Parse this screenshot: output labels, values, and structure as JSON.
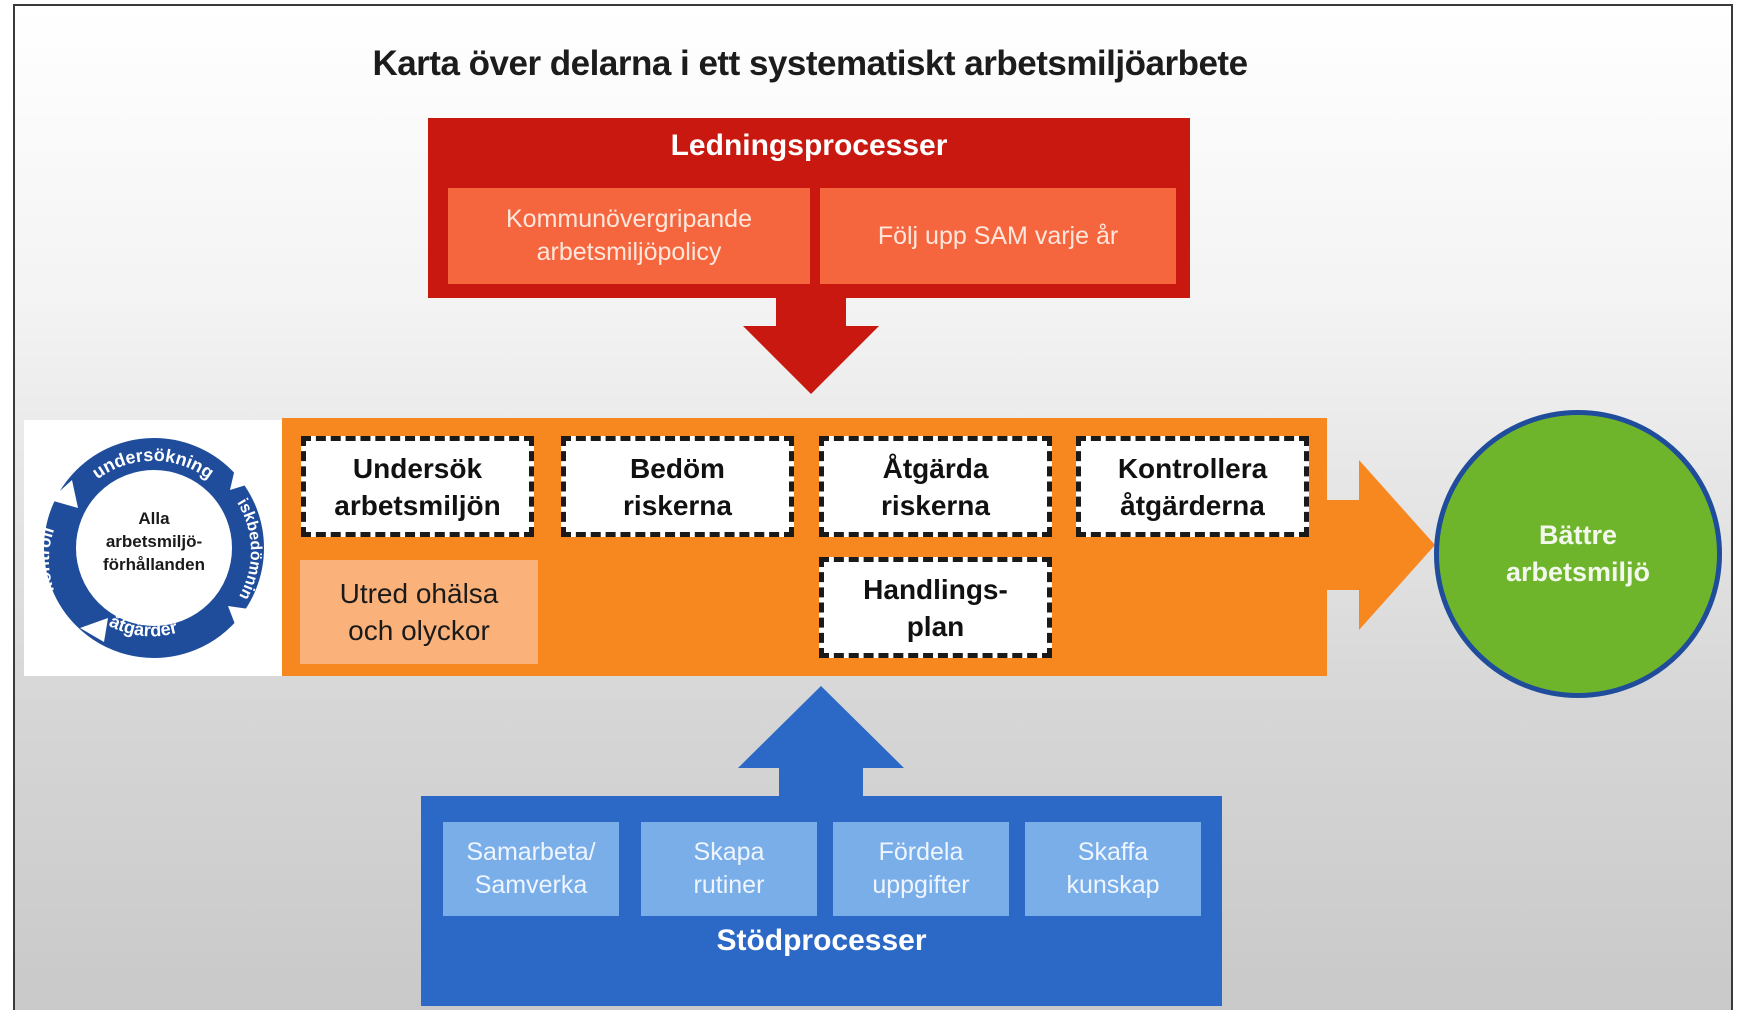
{
  "title": "Karta över delarna i ett systematiskt arbetsmiljöarbete",
  "colors": {
    "lead_red": "#c8180f",
    "lead_box": "#f5663f",
    "main_orange": "#f7871f",
    "utred_box": "#fbb27a",
    "result_green": "#6fb52c",
    "support_blue": "#2c68c6",
    "support_box": "#7aaee9",
    "cycle_blue": "#1f4d9c"
  },
  "ledningsprocesser": {
    "title": "Ledningsprocesser",
    "boxes": [
      "Kommunövergripande\narbetsmiljöpolicy",
      "Följ upp SAM varje år"
    ]
  },
  "cycle": {
    "center": "Alla\narbetsmiljö-\nförhållanden",
    "segments": [
      "undersökning",
      "riskbedömning",
      "åtgärder",
      "kontroll"
    ]
  },
  "steps": [
    "Undersök\narbetsmiljön",
    "Bedöm\nriskerna",
    "Åtgärda\nriskerna",
    "Kontrollera\nåtgärderna"
  ],
  "utred": "Utred ohälsa\noch olyckor",
  "handlingsplan": "Handlings-\nplan",
  "result": "Bättre\narbetsmiljö",
  "stodprocesser": {
    "title": "Stödprocesser",
    "boxes": [
      "Samarbeta/\nSamverka",
      "Skapa\nrutiner",
      "Fördela\nuppgifter",
      "Skaffa\nkunskap"
    ]
  }
}
